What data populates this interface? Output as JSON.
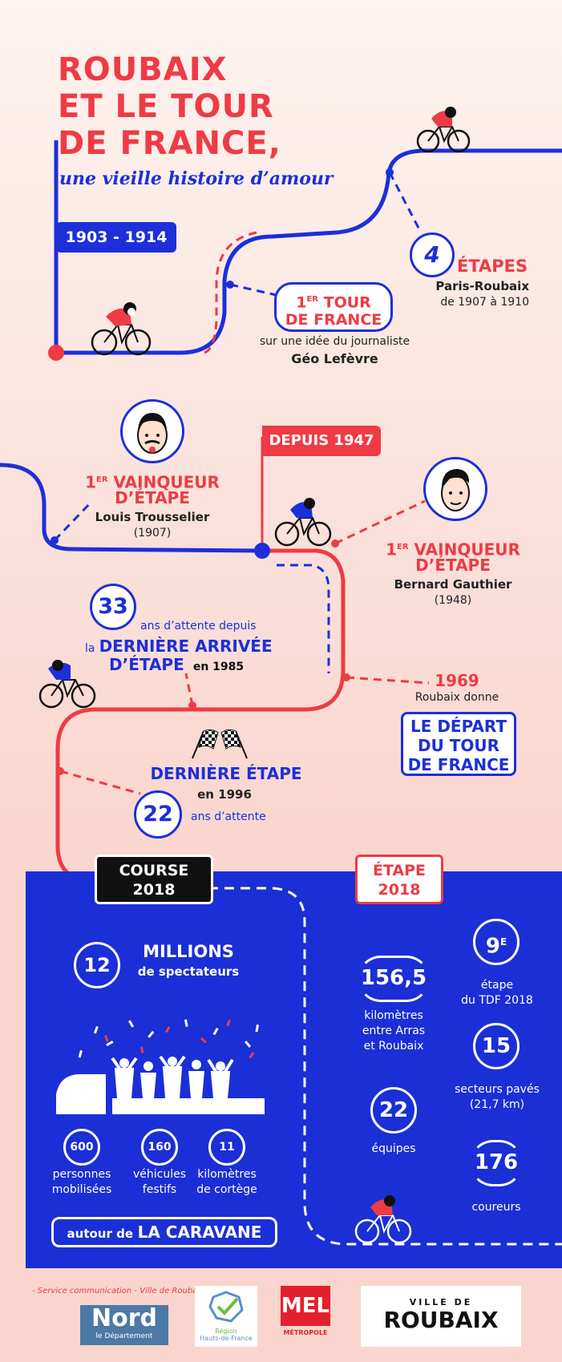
{
  "header": {
    "title_lines": [
      "ROUBAIX",
      "ET LE TOUR",
      "DE FRANCE,"
    ],
    "subtitle": "une vieille histoire d’amour"
  },
  "section1": {
    "flag": "1903 - 1914",
    "first_tour": {
      "sup": "ER",
      "line1_prefix": "1",
      "line1": "TOUR",
      "line2": "DE FRANCE",
      "note": "sur une idée du journaliste",
      "person": "Géo Lefèvre"
    },
    "stages": {
      "number": "4",
      "label": "ÉTAPES",
      "route": "Paris-Roubaix",
      "years": "de 1907 à 1910"
    }
  },
  "section2": {
    "flag": "DEPUIS 1947",
    "winner1": {
      "prefix": "1",
      "sup": "ER",
      "line1": "VAINQUEUR",
      "line2": "D’ÉTAPE",
      "name": "Louis Trousselier",
      "year": "(1907)"
    },
    "winner2": {
      "prefix": "1",
      "sup": "ER",
      "line1": "VAINQUEUR",
      "line2": "D’ÉTAPE",
      "name": "Bernard Gauthier",
      "year": "(1948)"
    },
    "wait33": {
      "number": "33",
      "text1": "ans d’attente depuis",
      "prefix": "la",
      "line1": "DERNIÈRE ARRIVÉE",
      "line2": "D’ÉTAPE",
      "year": "en 1985"
    },
    "departure": {
      "year": "1969",
      "text": "Roubaix donne",
      "box_lines": [
        "LE DÉPART",
        "DU TOUR",
        "DE FRANCE"
      ]
    },
    "last_stage": {
      "title": "DERNIÈRE ÉTAPE",
      "year": "en 1996",
      "number": "22",
      "text": "ans d’attente"
    }
  },
  "course2018": {
    "flag_lines": [
      "COURSE",
      "2018"
    ],
    "spectators": {
      "number": "12",
      "title": "MILLIONS",
      "subtitle": "de spectateurs"
    },
    "caravan_stats": [
      {
        "number": "600",
        "line1": "personnes",
        "line2": "mobilisées"
      },
      {
        "number": "160",
        "line1": "véhicules",
        "line2": "festifs"
      },
      {
        "number": "11",
        "line1": "kilomètres",
        "line2": "de cortège"
      }
    ],
    "caravan_label_prefix": "autour de",
    "caravan_label": "LA CARAVANE"
  },
  "stage2018": {
    "flag_lines": [
      "ÉTAPE",
      "2018"
    ],
    "stats": [
      {
        "number": "156,5",
        "lines": [
          "kilomètres",
          "entre Arras",
          "et Roubaix"
        ]
      },
      {
        "number": "9",
        "sup": "E",
        "lines": [
          "étape",
          "du TDF 2018"
        ]
      },
      {
        "number": "15",
        "lines": [
          "secteurs pavés",
          "(21,7 km)"
        ]
      },
      {
        "number": "22",
        "lines": [
          "équipes"
        ]
      },
      {
        "number": "176",
        "lines": [
          "coureurs"
        ]
      }
    ]
  },
  "footer": {
    "credit": "- Service communication - Ville de Roubaix -",
    "logos": {
      "nord": "Nord",
      "nord_sub": "le Département",
      "region_line1": "Région",
      "region_line2": "Hauts-de-France",
      "mel": "MEL",
      "mel_sub": "MÉTROPOLE",
      "roubaix_top": "VILLE DE",
      "roubaix_main": "ROUBAIX"
    }
  },
  "colors": {
    "red": "#ee3b45",
    "blue": "#1c2fd9",
    "panel": "#1a2fd6"
  }
}
